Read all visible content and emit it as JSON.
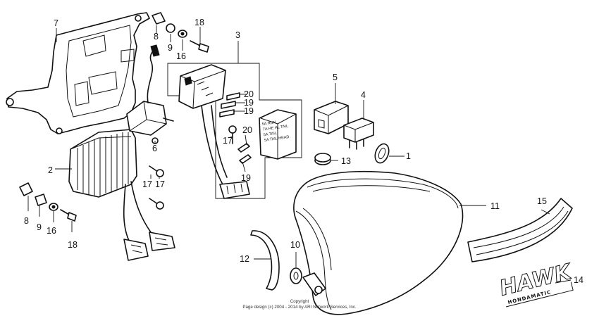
{
  "callouts": {
    "c1": "1",
    "c2": "2",
    "c3": "3",
    "c4": "4",
    "c5": "5",
    "c6": "6",
    "c7": "7",
    "c8a": "8",
    "c8b": "8",
    "c9a": "9",
    "c9b": "9",
    "c10": "10",
    "c11": "11",
    "c12": "12",
    "c13": "13",
    "c14": "14",
    "c15": "15",
    "c16a": "16",
    "c16b": "16",
    "c17a": "17",
    "c17b": "17",
    "c17c": "17",
    "c18a": "18",
    "c18b": "18",
    "c19a": "19",
    "c19b": "19",
    "c19c": "19",
    "c20a": "20",
    "c20b": "20"
  },
  "fuse_cover_labels": {
    "line1": "5A RUN",
    "line2": "7A HE HL TAIL",
    "line3": "5A TAIL",
    "line4": "5A TAIL HEAD"
  },
  "decal": {
    "logo": "HAWK",
    "sub": "HONDAMATIC"
  },
  "copyright": {
    "line1": "Copyright",
    "line2": "Page design (c) 2004 - 2014 by ARI Network Services, Inc."
  },
  "colors": {
    "ink": "#111111",
    "paper": "#ffffff"
  }
}
